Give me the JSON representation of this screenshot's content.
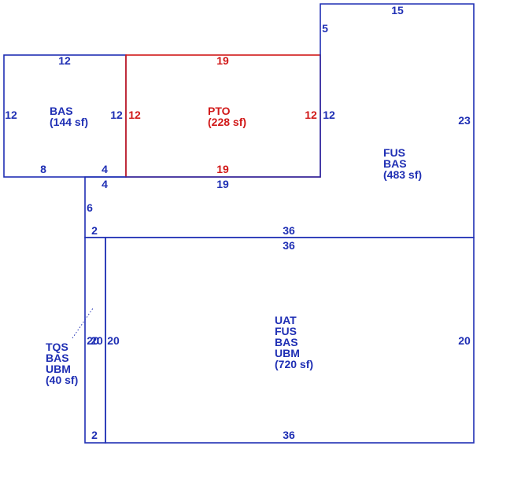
{
  "colors": {
    "main": "#1f2fb4",
    "highlight": "#d11818"
  },
  "areas": {
    "bas_left": {
      "lines": [
        "BAS",
        "(144 sf)"
      ]
    },
    "pto": {
      "lines": [
        "PTO",
        "(228 sf)"
      ]
    },
    "fus_upper": {
      "lines": [
        "FUS",
        "BAS",
        "(483 sf)"
      ]
    },
    "uat_lower": {
      "lines": [
        "UAT",
        "FUS",
        "BAS",
        "UBM",
        "(720 sf)"
      ]
    },
    "tqs_strip": {
      "lines": [
        "TQS",
        "BAS",
        "UBM",
        "(40 sf)"
      ]
    }
  },
  "dimensions": {
    "bas_top": "12",
    "bas_left": "12",
    "bas_right": "12",
    "bas_bottom_left": "8",
    "bas_bottom_right": "4",
    "pto_top": "19",
    "pto_left": "12",
    "pto_right": "12",
    "pto_bottom": "19",
    "fus_top": "15",
    "fus_notch": "5",
    "fus_left_12": "12",
    "fus_right": "23",
    "fus_under_pto": "19",
    "fus_step_4": "4",
    "fus_step_6": "6",
    "fus_bottom_2": "2",
    "fus_bottom_36": "36",
    "uat_top": "36",
    "uat_left": "20",
    "uat_right": "20",
    "uat_bottom": "36",
    "tqs_side": "20",
    "tqs_bottom": "2"
  }
}
